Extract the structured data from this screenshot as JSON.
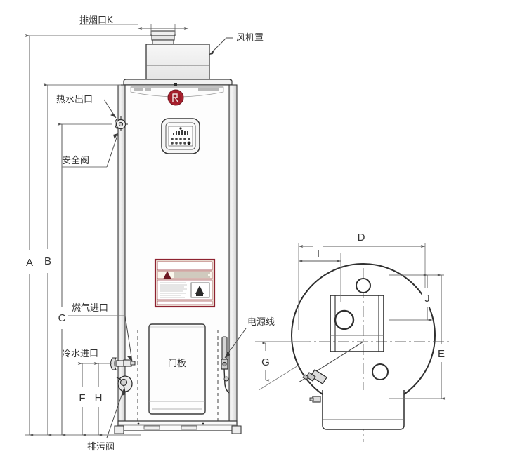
{
  "drawing": {
    "title": "Gas water heater dimensional drawing",
    "views": {
      "front": "front-elevation",
      "top": "top-plan"
    }
  },
  "dimensions": {
    "A": "A",
    "B": "B",
    "C": "C",
    "D": "D",
    "E": "E",
    "F": "F",
    "G": "G",
    "H": "H",
    "I": "I",
    "J": "J",
    "K": "K"
  },
  "callouts": {
    "flue_outlet": "排烟口K",
    "fan_cover": "风机罩",
    "hot_water_outlet": "热水出口",
    "safety_valve": "安全阀",
    "gas_inlet": "燃气进口",
    "cold_water_inlet": "冷水进口",
    "drain_valve": "排污阀",
    "power_cord": "电源线",
    "door_panel": "门板"
  },
  "colors": {
    "line": "#3a3a3a",
    "thin_line": "#6b6b6b",
    "dim_line": "#5a5a5a",
    "panel_fill": "#fbfbfb",
    "body_fill": "#ffffff",
    "side_fill": "#e8e8e8",
    "logo_red": "#a81f2d",
    "label_red": "#8e2230",
    "label_cream": "#f3efe2",
    "text": "#333333"
  },
  "labels": {
    "warning_plate": "warning-label",
    "logo": "brand-logo"
  }
}
